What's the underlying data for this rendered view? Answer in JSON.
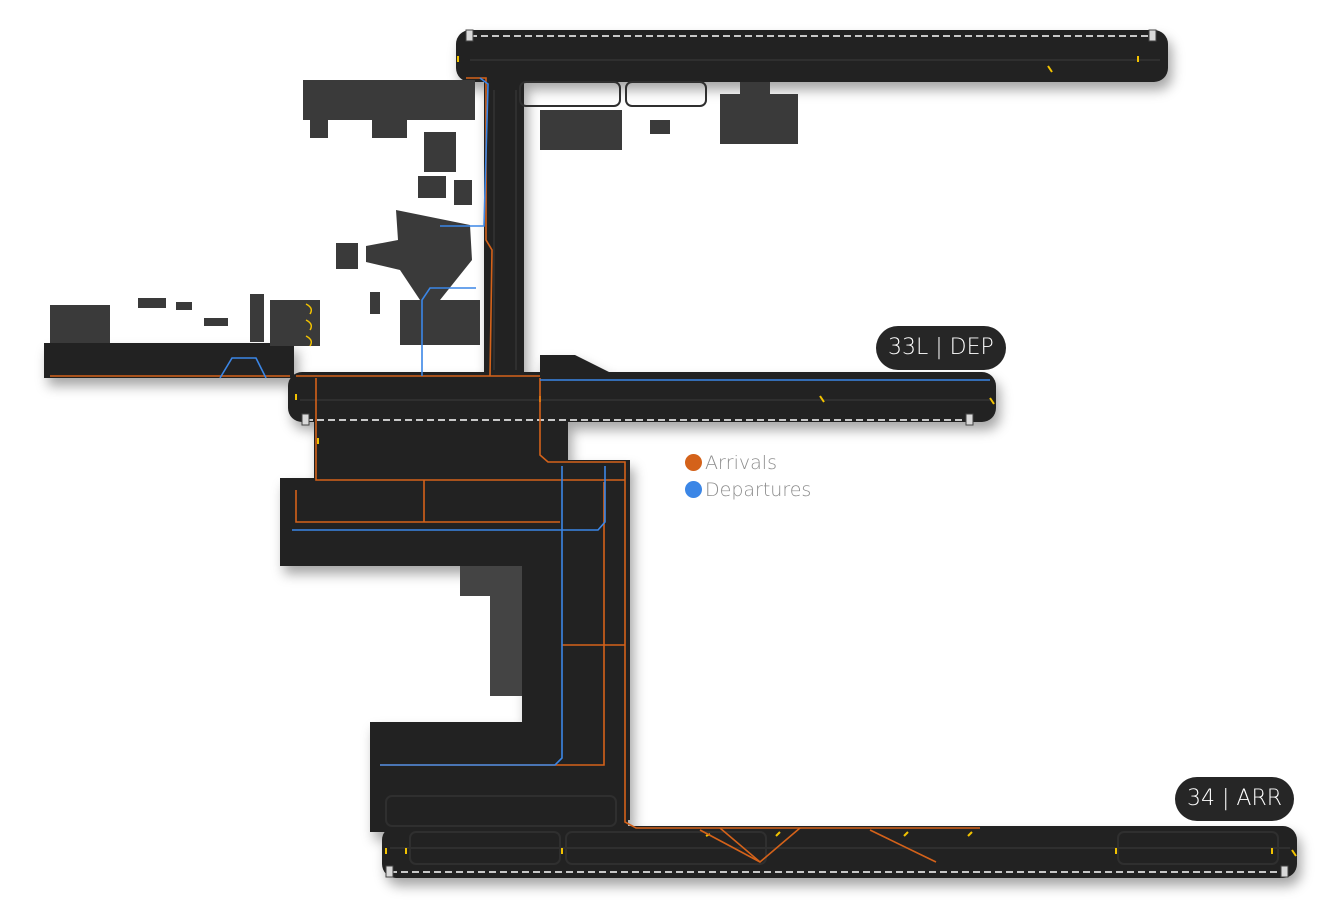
{
  "runways": [
    {
      "label": "33L | DEP"
    },
    {
      "label": "34 | ARR"
    }
  ],
  "legend": {
    "items": [
      {
        "label": "Arrivals",
        "color": "#d4621a"
      },
      {
        "label": "Departures",
        "color": "#3b86e6"
      }
    ]
  },
  "colors": {
    "surface": "#232323",
    "taxiway": "#2e2e2e",
    "building": "#3a3a3a",
    "building_light": "#444444",
    "stand_mark": "#f2c200",
    "arrival_route": "#d4621a",
    "departure_route": "#3b86e6"
  }
}
